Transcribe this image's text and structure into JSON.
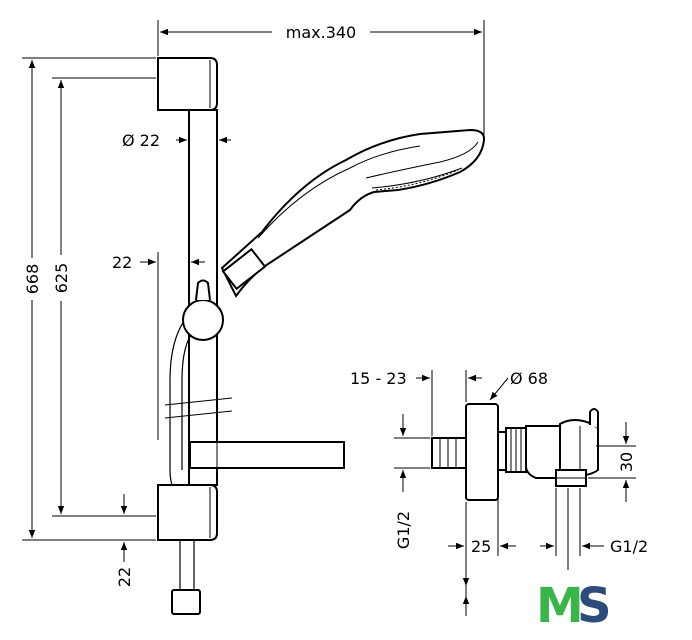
{
  "dimensions": {
    "max_width": "max.340",
    "tube_diameter": "Ø 22",
    "total_height": "668",
    "rail_height": "625",
    "offset_top": "22",
    "offset_bottom": "22",
    "mixer_offset_range": "15 - 23",
    "rosette_diameter": "Ø 68",
    "mixer_height": "30",
    "inlet_thread_left": "G1/2",
    "mixer_depth": "25",
    "outlet_thread_right": "G1/2"
  },
  "logo": {
    "letter_m": "M",
    "letter_s": "S",
    "color_m": "#39b54a",
    "color_s": "#2e4a7a"
  }
}
